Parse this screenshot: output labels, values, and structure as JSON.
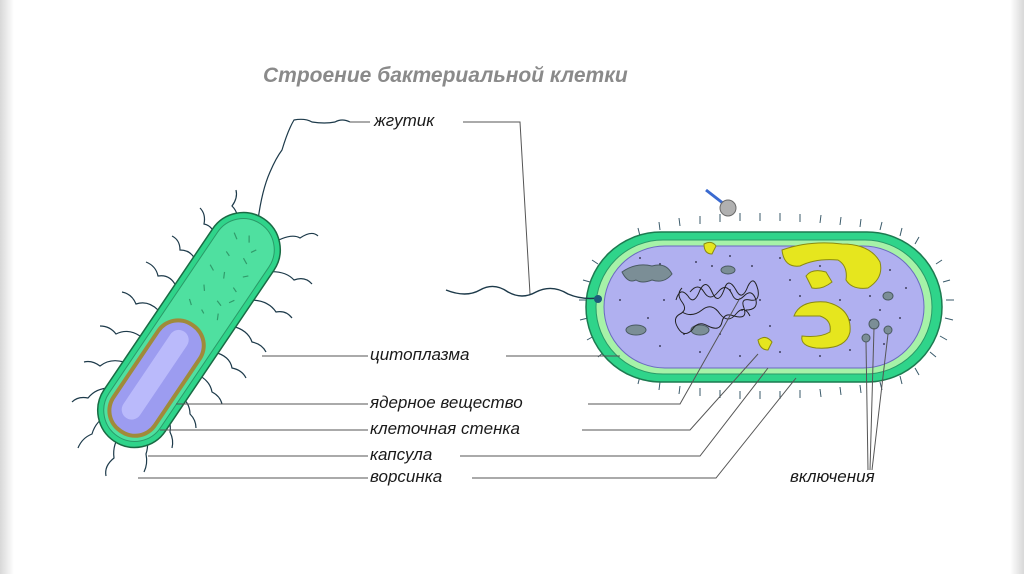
{
  "title": "Строение бактериальной клетки",
  "labels": {
    "flagellum": "жгутик",
    "cytoplasm": "цитоплазма",
    "nuclear_material": "ядерное вещество",
    "cell_wall": "клеточная стенка",
    "capsule": "капсула",
    "pilus": "ворсинка",
    "inclusions": "включения"
  },
  "colors": {
    "capsule": "#2fd48a",
    "cell_wall": "#a6f2a8",
    "cytoplasm": "#b0b0f0",
    "nucleoid": "#222222",
    "inclusions_yellow": "#e6e61e",
    "inclusions_gray": "#7b8e96",
    "leader_line": "#555555",
    "flagellum": "#1d3a4a"
  }
}
